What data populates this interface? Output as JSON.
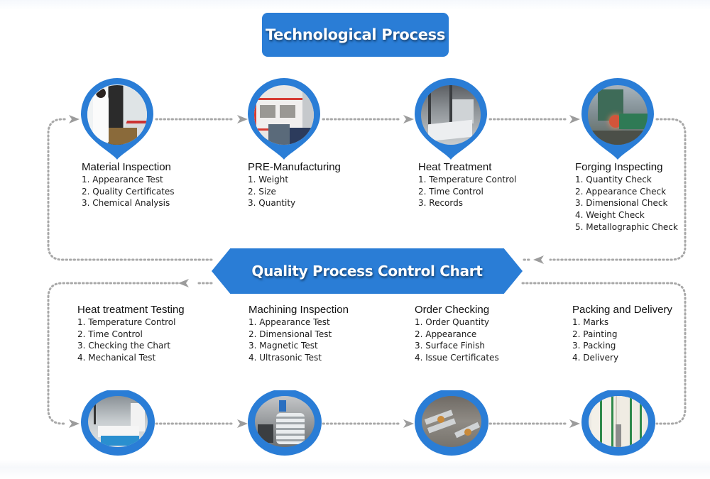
{
  "header": {
    "title": "Technological Process"
  },
  "center_banner": {
    "title": "Quality Process Control Chart"
  },
  "colors": {
    "accent": "#2a7dd6",
    "connector": "#a8a8a8",
    "arrow": "#9c9c9c"
  },
  "top_row": [
    {
      "name": "Material Inspection",
      "photo": "lab-technician-photo",
      "items": [
        "1. Appearance Test",
        "2. Quality Certificates",
        "3. Chemical Analysis"
      ]
    },
    {
      "name": "PRE-Manufacturing",
      "photo": "machining-center-photo",
      "items": [
        "1. Weight",
        "2. Size",
        "3. Quantity"
      ]
    },
    {
      "name": "Heat Treatment",
      "photo": "furnace-workshop-photo",
      "items": [
        "1. Temperature Control",
        "2. Time Control",
        "3. Records"
      ]
    },
    {
      "name": "Forging Inspecting",
      "photo": "forging-press-photo",
      "items": [
        "1. Quantity Check",
        "2. Appearance Check",
        "3. Dimensional Check",
        "4. Weight Check",
        "5. Metallographic Check"
      ]
    }
  ],
  "bottom_row": [
    {
      "name": "Heat treatment Testing",
      "photo": "boring-machine-photo",
      "items": [
        "1. Temperature Control",
        "2. Time Control",
        "3. Checking the Chart",
        "4. Mechanical Test"
      ]
    },
    {
      "name": "Machining Inspection",
      "photo": "machined-rings-photo",
      "items": [
        "1. Appearance Test",
        "2. Dimensional Test",
        "3. Magnetic Test",
        "4. Ultrasonic Test"
      ]
    },
    {
      "name": "Order Checking",
      "photo": "finished-shafts-photo",
      "items": [
        "1. Order Quantity",
        "2. Appearance",
        "3. Surface Finish",
        "4. Issue Certificates"
      ]
    },
    {
      "name": "Packing and Delivery",
      "photo": "wooden-crates-photo",
      "items": [
        "1. Marks",
        "2. Painting",
        "3. Packing",
        "4. Delivery"
      ]
    }
  ]
}
